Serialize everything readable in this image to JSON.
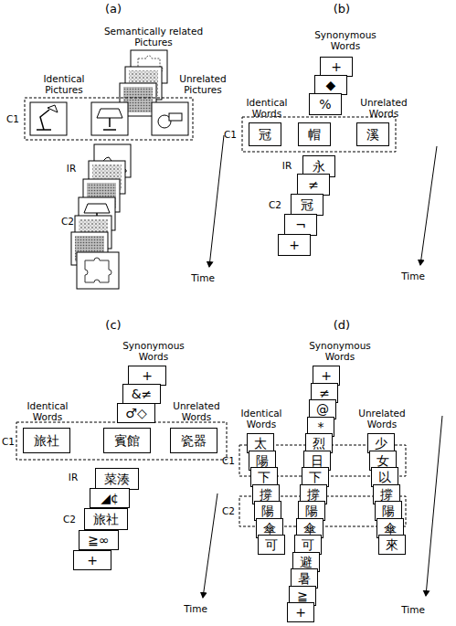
{
  "diagram": {
    "nodes": [
      {
        "text": [
          "+"
        ]
      },
      {
        "text": [
          "◆"
        ]
      },
      {
        "text": [
          "%"
        ]
      },
      {
        "text": [
          "冠"
        ]
      },
      {
        "text": [
          "帽"
        ]
      },
      {
        "text": [
          "溪"
        ]
      },
      {
        "text": [
          "永"
        ]
      },
      {
        "text": [
          "≠"
        ]
      },
      {
        "text": [
          "冠"
        ]
      },
      {
        "text": [
          "¬"
        ]
      },
      {
        "text": [
          "+"
        ]
      },
      {
        "text": [
          "+"
        ]
      },
      {
        "text": [
          "&≠"
        ]
      },
      {
        "text": [
          "♂◇"
        ]
      },
      {
        "text": [
          "旅社"
        ]
      },
      {
        "text": [
          "賓館"
        ]
      },
      {
        "text": [
          "瓷器"
        ]
      },
      {
        "text": [
          "菜湊"
        ]
      },
      {
        "text": [
          "◢¢"
        ]
      },
      {
        "text": [
          "旅社"
        ]
      },
      {
        "text": [
          "≧∞"
        ]
      },
      {
        "text": [
          "+"
        ]
      },
      {
        "text": [
          "太"
        ]
      },
      {
        "text": [
          "陽"
        ]
      },
      {
        "text": [
          "下"
        ]
      },
      {
        "text": [
          "撐"
        ]
      },
      {
        "text": [
          "陽"
        ]
      },
      {
        "text": [
          "傘"
        ]
      },
      {
        "text": [
          "可"
        ]
      },
      {
        "text": [
          "+"
        ]
      },
      {
        "text": [
          "≠"
        ]
      },
      {
        "text": [
          "@"
        ]
      },
      {
        "text": [
          "*"
        ]
      },
      {
        "text": [
          "烈"
        ]
      },
      {
        "text": [
          "日"
        ]
      },
      {
        "text": [
          "下"
        ]
      },
      {
        "text": [
          "撐"
        ]
      },
      {
        "text": [
          "陽"
        ]
      },
      {
        "text": [
          "傘"
        ]
      },
      {
        "text": [
          "可"
        ]
      },
      {
        "text": [
          "避"
        ]
      },
      {
        "text": [
          "暑"
        ]
      },
      {
        "text": [
          "≧"
        ]
      },
      {
        "text": [
          "+"
        ]
      },
      {
        "text": [
          "少"
        ]
      },
      {
        "text": [
          "女"
        ]
      },
      {
        "text": [
          "以"
        ]
      },
      {
        "text": [
          "撐"
        ]
      },
      {
        "text": [
          "陽"
        ]
      },
      {
        "text": [
          "傘"
        ]
      },
      {
        "text": [
          "來"
        ]
      }
    ],
    "labels": [
      "(a)",
      "Semantically related Pictures",
      "Identical Pictures",
      "Unrelated Pictures",
      "C1",
      "IR",
      "C2",
      "Time",
      "(b)",
      "Synonymous Words",
      "Identical Words",
      "Unrelated Words",
      "C1",
      "IR",
      "C2",
      "Time",
      "(c)",
      "Synonymous Words",
      "Identical Words",
      "Unrelated Words",
      "C1",
      "IR",
      "C2",
      "Time",
      "(d)",
      "Synonymous Words",
      "Identical Words",
      "Unrelated Words",
      "C1",
      "C2",
      "Time"
    ]
  }
}
